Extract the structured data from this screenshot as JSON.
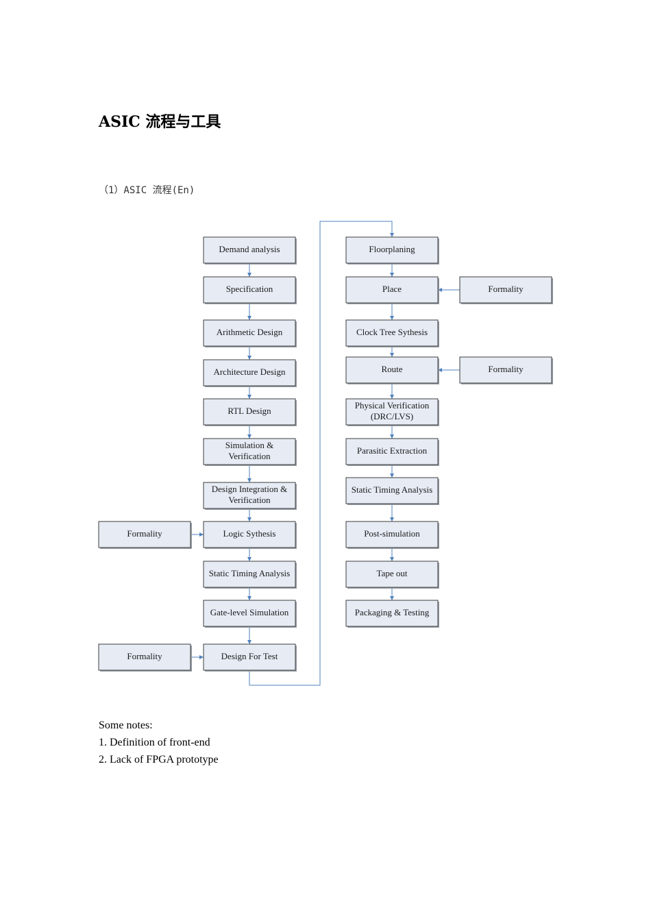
{
  "title": "ASIC 流程与工具",
  "subtitle": "（1）ASIC 流程(En)",
  "flow": {
    "left_column": [
      [
        "Demand analysis"
      ],
      [
        "Specification"
      ],
      [
        "Arithmetic Design"
      ],
      [
        "Architecture Design"
      ],
      [
        "RTL Design"
      ],
      [
        "Simulation &",
        "Verification"
      ],
      [
        "Design Integration &",
        "Verification"
      ],
      [
        "Logic Sythesis"
      ],
      [
        "Static Timing Analysis"
      ],
      [
        "Gate-level Simulation"
      ],
      [
        "Design For Test"
      ]
    ],
    "right_column": [
      [
        "Floorplaning"
      ],
      [
        "Place"
      ],
      [
        "Clock Tree Sythesis"
      ],
      [
        "Route"
      ],
      [
        "Physical Verification",
        "(DRC/LVS)"
      ],
      [
        "Parasitic Extraction"
      ],
      [
        "Static Timing Analysis"
      ],
      [
        "Post-simulation"
      ],
      [
        "Tape out"
      ],
      [
        "Packaging & Testing"
      ]
    ],
    "side_label": "Formality"
  },
  "notes": {
    "heading": "Some notes:",
    "items": [
      "1. Definition of front-end",
      "2. Lack of FPGA prototype"
    ]
  }
}
